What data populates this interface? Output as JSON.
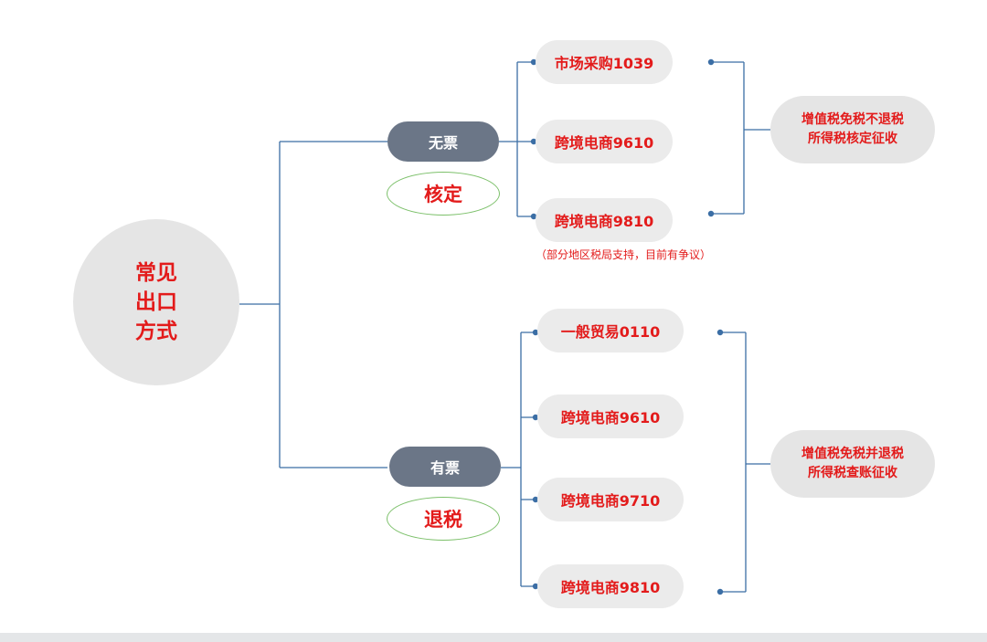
{
  "root": {
    "lines": [
      "常见",
      "出口",
      "方式"
    ]
  },
  "branches": [
    {
      "category": "无票",
      "tag": "核定",
      "modes": [
        "市场采购1039",
        "跨境电商9610",
        "跨境电商9810"
      ],
      "note": "（部分地区税局支持，目前有争议）",
      "result": [
        "增值税免税不退税",
        "所得税核定征收"
      ]
    },
    {
      "category": "有票",
      "tag": "退税",
      "modes": [
        "一般贸易0110",
        "跨境电商9610",
        "跨境电商9710",
        "跨境电商9810"
      ],
      "result": [
        "增值税免税并退税",
        "所得税查账征收"
      ]
    }
  ],
  "colors": {
    "connector": "#3b6ea5",
    "text_red": "#e31b1b",
    "category_fill": "#6b7687",
    "tag_border": "#7cc06a",
    "node_fill": "#e5e5e5"
  }
}
